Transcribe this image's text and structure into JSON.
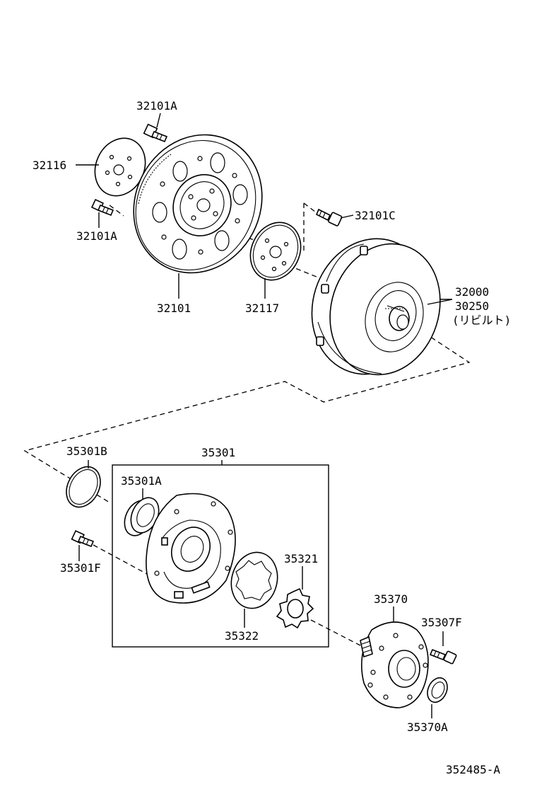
{
  "diagram": {
    "labels": {
      "p32101A_top": "32101A",
      "p32116": "32116",
      "p32101A_left": "32101A",
      "p32101": "32101",
      "p32117": "32117",
      "p32101C": "32101C",
      "p32000": "32000",
      "p30250": "30250",
      "rebuilt": "(リビルト)",
      "p35301B": "35301B",
      "p35301": "35301",
      "p35301A": "35301A",
      "p35301F": "35301F",
      "p35321": "35321",
      "p35322": "35322",
      "p35370": "35370",
      "p35307F": "35307F",
      "p35370A": "35370A",
      "ref": "352485-A"
    }
  }
}
